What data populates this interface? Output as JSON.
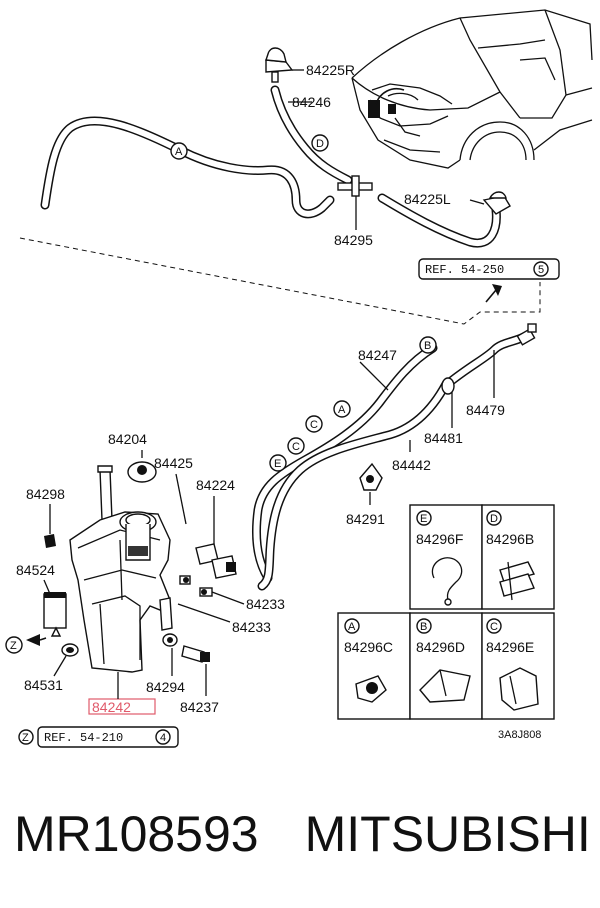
{
  "diagram": {
    "part_labels": {
      "p84225R": "84225R",
      "p84246": "84246",
      "p84225L": "84225L",
      "p84295": "84295",
      "p84247": "84247",
      "p84479": "84479",
      "p84481": "84481",
      "p84442": "84442",
      "p84204": "84204",
      "p84425": "84425",
      "p84224": "84224",
      "p84298": "84298",
      "p84524": "84524",
      "p84531": "84531",
      "p84294": "84294",
      "p84237": "84237",
      "p84242": "84242",
      "p84233a": "84233",
      "p84233b": "84233",
      "p84291": "84291",
      "p84296F": "84296F",
      "p84296B": "84296B",
      "p84296C": "84296C",
      "p84296D": "84296D",
      "p84296E": "84296E"
    },
    "callouts": {
      "A": "A",
      "B": "B",
      "C": "C",
      "D": "D",
      "E": "E",
      "Z": "Z"
    },
    "refs": {
      "ref_top": "REF. 54-250",
      "ref_top_num": "5",
      "ref_bottom": "REF. 54-210",
      "ref_bottom_num": "4"
    },
    "drawing_code": "3A8J808",
    "highlight_color": "#e05a6a"
  },
  "footer": {
    "part_number": "MR108593",
    "manufacturer": "MITSUBISHI"
  }
}
